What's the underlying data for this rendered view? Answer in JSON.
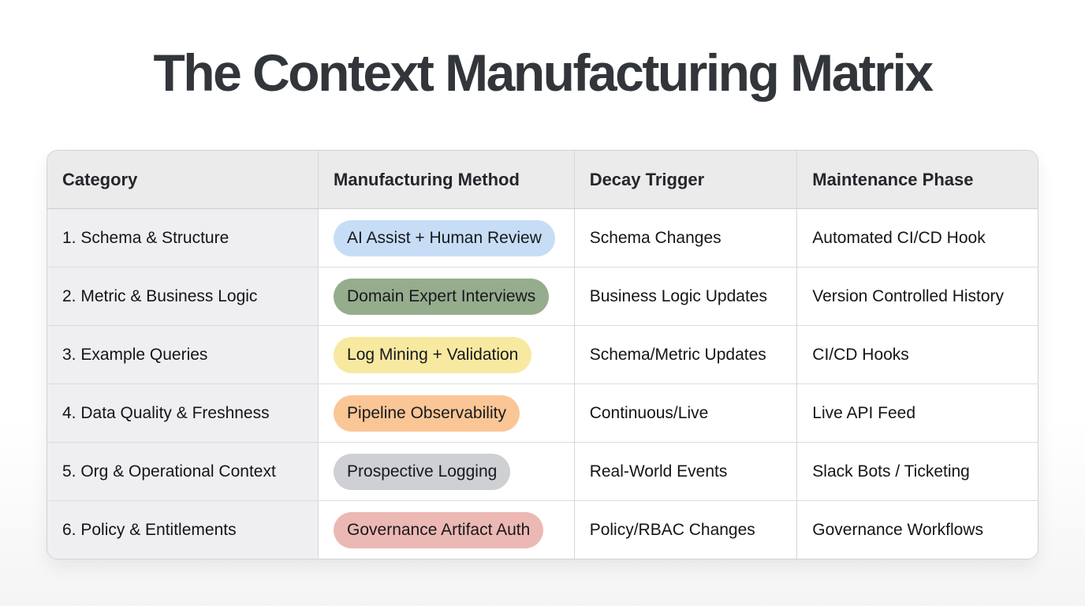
{
  "title": "The Context Manufacturing Matrix",
  "table": {
    "columns": [
      {
        "key": "category",
        "label": "Category"
      },
      {
        "key": "method",
        "label": "Manufacturing Method"
      },
      {
        "key": "decay",
        "label": "Decay Trigger"
      },
      {
        "key": "maintenance",
        "label": "Maintenance Phase"
      }
    ],
    "rows": [
      {
        "category": "1. Schema & Structure",
        "method": "AI Assist + Human Review",
        "method_bg": "#c7ddf6",
        "decay": "Schema Changes",
        "maintenance": "Automated CI/CD Hook"
      },
      {
        "category": "2. Metric & Business Logic",
        "method": "Domain Expert Interviews",
        "method_bg": "#96ad8d",
        "decay": "Business Logic Updates",
        "maintenance": "Version Controlled History"
      },
      {
        "category": "3. Example Queries",
        "method": "Log Mining + Validation",
        "method_bg": "#f8e9a1",
        "decay": "Schema/Metric Updates",
        "maintenance": "CI/CD Hooks"
      },
      {
        "category": "4. Data Quality & Freshness",
        "method": "Pipeline Observability",
        "method_bg": "#fbc696",
        "decay": "Continuous/Live",
        "maintenance": "Live API Feed"
      },
      {
        "category": "5. Org & Operational Context",
        "method": "Prospective Logging",
        "method_bg": "#ced0d3",
        "decay": "Real-World Events",
        "maintenance": "Slack Bots / Ticketing"
      },
      {
        "category": "6. Policy & Entitlements",
        "method": "Governance Artifact Auth",
        "method_bg": "#ecb8b3",
        "decay": "Policy/RBAC Changes",
        "maintenance": "Governance Workflows"
      }
    ]
  },
  "colors": {
    "title_text": "#32363b",
    "header_bg": "#ebebec",
    "category_col_bg": "#efeff1",
    "cell_bg": "#ffffff",
    "border": "#d6d6d9",
    "pill_blue": "#c7ddf6",
    "pill_green": "#96ad8d",
    "pill_yellow": "#f8e9a1",
    "pill_orange": "#fbc696",
    "pill_gray": "#ced0d3",
    "pill_pink": "#ecb8b3"
  },
  "chart_data": {
    "type": "table",
    "title": "The Context Manufacturing Matrix",
    "columns": [
      "Category",
      "Manufacturing Method",
      "Decay Trigger",
      "Maintenance Phase"
    ],
    "rows": [
      [
        "1. Schema & Structure",
        "AI Assist + Human Review",
        "Schema Changes",
        "Automated CI/CD Hook"
      ],
      [
        "2. Metric & Business Logic",
        "Domain Expert Interviews",
        "Business Logic Updates",
        "Version Controlled History"
      ],
      [
        "3. Example Queries",
        "Log Mining + Validation",
        "Schema/Metric Updates",
        "CI/CD Hooks"
      ],
      [
        "4. Data Quality & Freshness",
        "Pipeline Observability",
        "Continuous/Live",
        "Live API Feed"
      ],
      [
        "5. Org & Operational Context",
        "Prospective Logging",
        "Real-World Events",
        "Slack Bots / Ticketing"
      ],
      [
        "6. Policy & Entitlements",
        "Governance Artifact Auth",
        "Policy/RBAC Changes",
        "Governance Workflows"
      ]
    ],
    "notes": "Manufacturing Method cells rendered as colored pill badges (blue, green, yellow, orange, gray, pink)."
  }
}
